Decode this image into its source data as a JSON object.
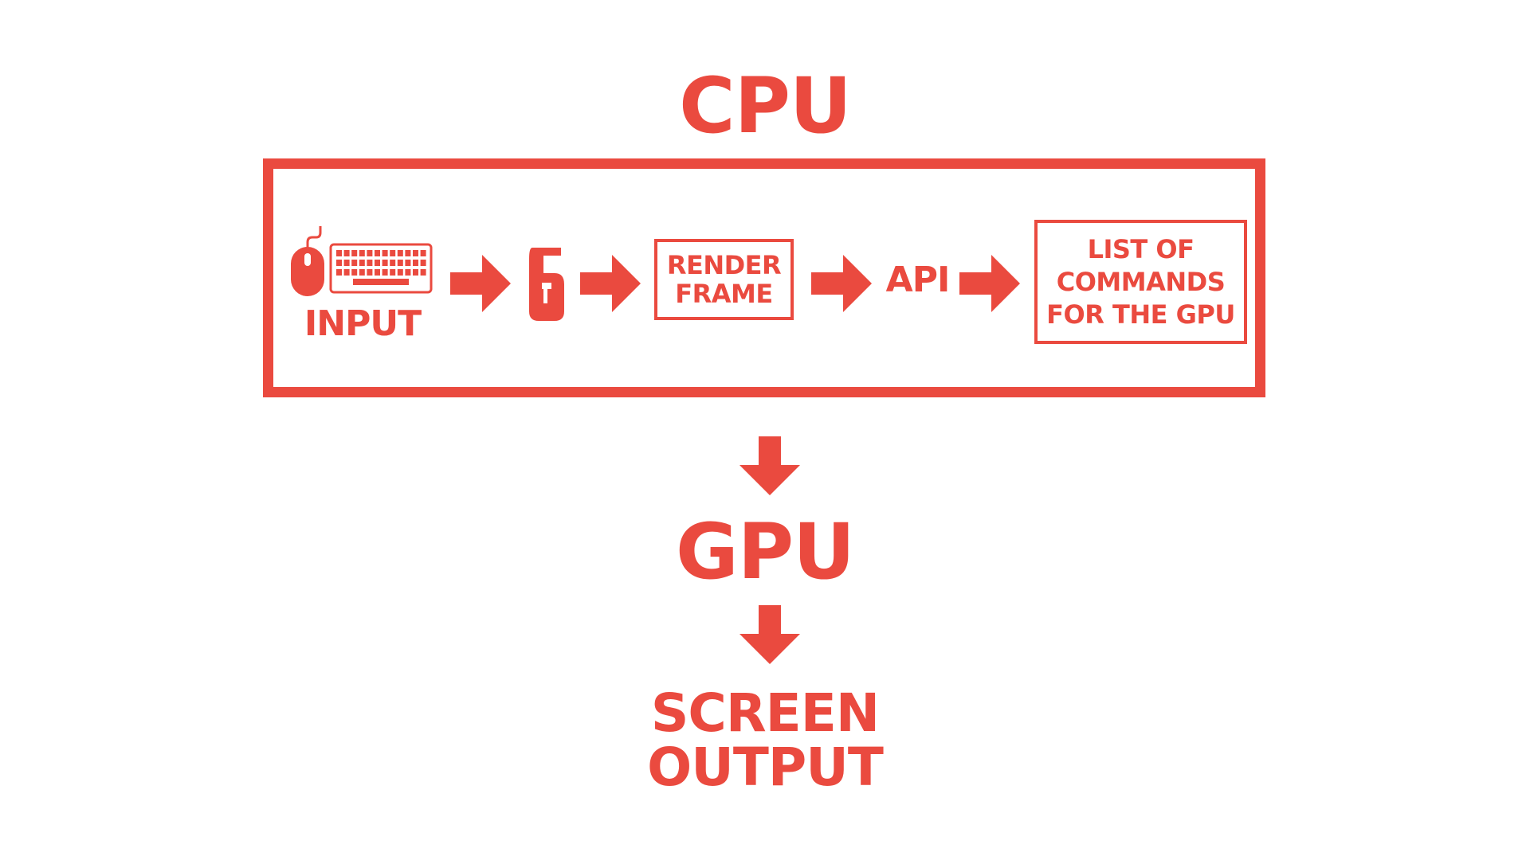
{
  "colors": {
    "accent": "#ea4a3f",
    "background": "#ffffff"
  },
  "cpu": {
    "title": "CPU",
    "input_label": "INPUT",
    "input_icons": [
      "mouse-icon",
      "keyboard-icon"
    ],
    "game_icon": "rainbow-six-logo-icon",
    "render_frame": "RENDER\nFRAME",
    "api_label": "API",
    "commands": "LIST OF\nCOMMANDS\nFOR THE GPU"
  },
  "gpu": {
    "title": "GPU"
  },
  "output": {
    "title": "SCREEN\nOUTPUT"
  }
}
